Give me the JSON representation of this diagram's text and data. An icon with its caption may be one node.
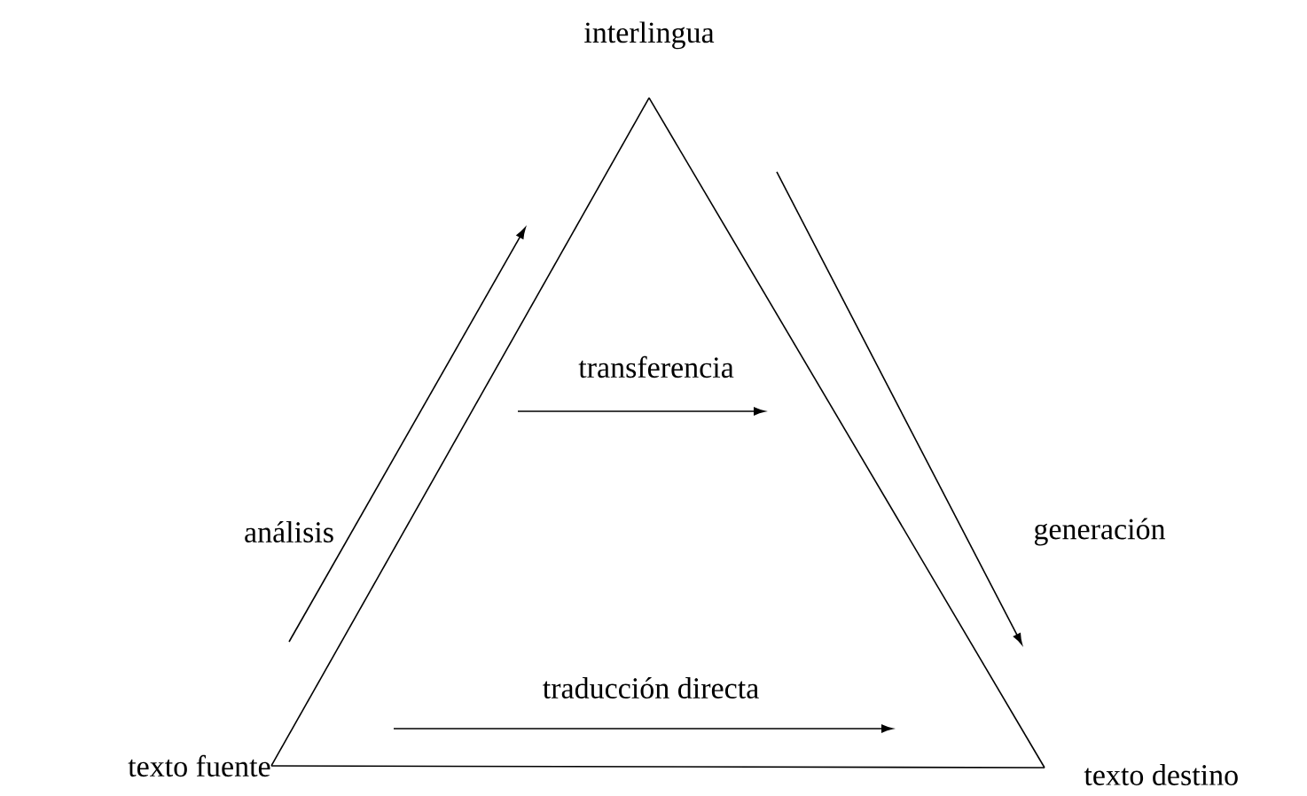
{
  "diagram": {
    "nodes": [
      {
        "text": [
          "interlingua"
        ]
      },
      {
        "text": [
          "texto fuente"
        ]
      },
      {
        "text": [
          "texto destino"
        ]
      }
    ],
    "edges": [
      {
        "from": 1,
        "to": 0,
        "arrow": "none"
      },
      {
        "from": 0,
        "to": 2,
        "arrow": "none"
      },
      {
        "from": 1,
        "to": 2,
        "arrow": "none"
      }
    ],
    "labels": [
      "análisis",
      "transferencia",
      "generación",
      "traducción directa"
    ]
  }
}
